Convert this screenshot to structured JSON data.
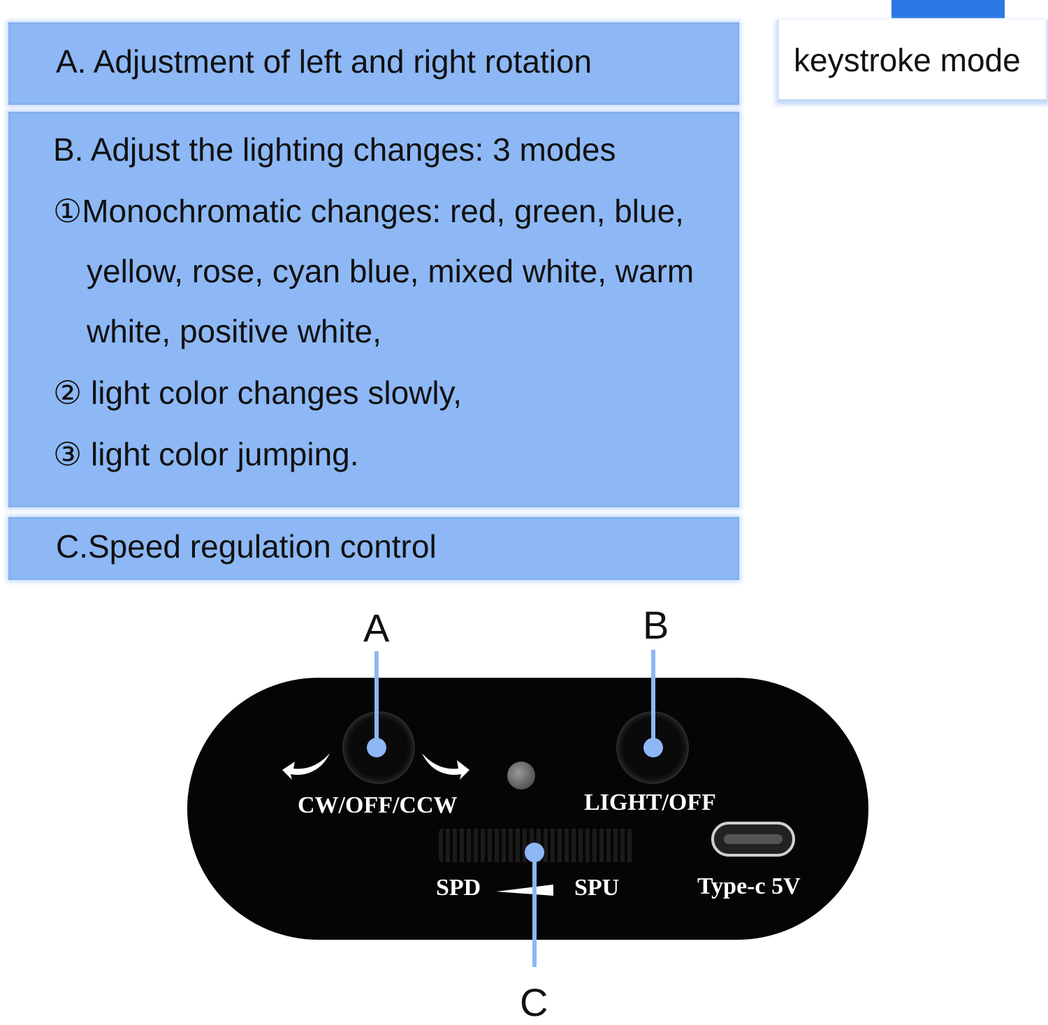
{
  "panels": {
    "a": "A. Adjustment of left and right rotation",
    "b_title": "B. Adjust the lighting changes: 3 modes",
    "b_line1": "①Monochromatic changes: red, green, blue,",
    "b_line2": "yellow, rose, cyan blue, mixed white, warm",
    "b_line3": "white, positive white,",
    "b_line4": "② light color changes slowly,",
    "b_line5": "③ light color jumping.",
    "c": "C.Speed regulation control"
  },
  "mode_box": {
    "label": "keystroke mode"
  },
  "callouts": {
    "a": "A",
    "b": "B",
    "c": "C"
  },
  "device": {
    "button_a_label": "CW/OFF/CCW",
    "button_b_label": "LIGHT/OFF",
    "speed_down": "SPD",
    "speed_up": "SPU",
    "port_label": "Type-c 5V"
  },
  "colors": {
    "panel": "#8db8f5",
    "tab": "#2b78e4",
    "device": "#050505",
    "callout_line": "#8db8f5"
  }
}
